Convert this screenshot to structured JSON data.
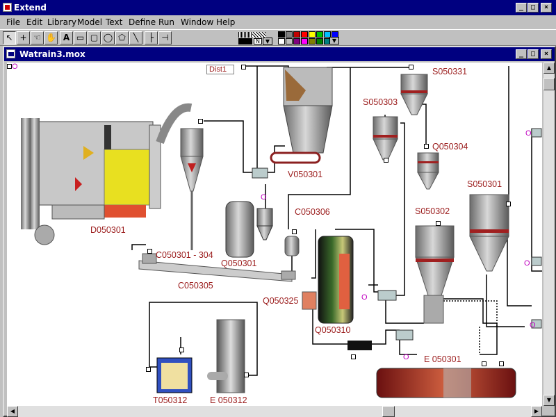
{
  "app": {
    "title": "Extend"
  },
  "window_controls": {
    "minimize": "_",
    "maximize": "□",
    "close": "×"
  },
  "menu": [
    "File",
    "Edit",
    "Library",
    "Model",
    "Text",
    "Define",
    "Run",
    "Window",
    "Help"
  ],
  "toolbar": {
    "tools": [
      {
        "name": "pointer-tool",
        "glyph": "↖"
      },
      {
        "name": "connect-tool",
        "glyph": "+"
      },
      {
        "name": "clone-tool",
        "glyph": "☜"
      },
      {
        "name": "hand-tool",
        "glyph": "✋"
      },
      {
        "name": "text-tool",
        "glyph": "A"
      },
      {
        "name": "rectangle-tool",
        "glyph": "▭"
      },
      {
        "name": "rounded-rect-tool",
        "glyph": "▢"
      },
      {
        "name": "oval-tool",
        "glyph": "◯"
      },
      {
        "name": "polygon-tool",
        "glyph": "⬠"
      },
      {
        "name": "line-tool",
        "glyph": "╲"
      },
      {
        "name": "rightangle-line-tool",
        "glyph": "├"
      },
      {
        "name": "connection-line-tool",
        "glyph": "⊣"
      }
    ],
    "pattern_label": "N",
    "colors_top": [
      "#000000",
      "#808080",
      "#c00000",
      "#ff0000",
      "#ffff00",
      "#00c000",
      "#00c0ff",
      "#0000ff"
    ],
    "colors_bottom": [
      "#ffffff",
      "#c0c0c0",
      "#800080",
      "#ff00ff",
      "#808000",
      "#008000",
      "#008080",
      "#000080"
    ]
  },
  "document": {
    "title": "Watrain3.mox"
  },
  "model": {
    "dist_label": "Dist1",
    "labels": [
      {
        "id": "D050301",
        "text": "D050301"
      },
      {
        "id": "C050301-304",
        "text": "C050301 - 304"
      },
      {
        "id": "Q050301",
        "text": "Q050301"
      },
      {
        "id": "C050305",
        "text": "C050305"
      },
      {
        "id": "V050301",
        "text": "V050301"
      },
      {
        "id": "C050306",
        "text": "C050306"
      },
      {
        "id": "Q050325",
        "text": "Q050325"
      },
      {
        "id": "Q050310",
        "text": "Q050310"
      },
      {
        "id": "S050331",
        "text": "S050331"
      },
      {
        "id": "S050303",
        "text": "S050303"
      },
      {
        "id": "Q050304",
        "text": "Q050304"
      },
      {
        "id": "S050301",
        "text": "S050301"
      },
      {
        "id": "S050302",
        "text": "S050302"
      },
      {
        "id": "E050301",
        "text": "E 050301"
      },
      {
        "id": "T050312",
        "text": "T050312"
      },
      {
        "id": "E050312",
        "text": "E 050312"
      }
    ]
  },
  "colors": {
    "label": "#9b1c1c",
    "titlebar": "#000080",
    "connector": "#c000c0"
  }
}
